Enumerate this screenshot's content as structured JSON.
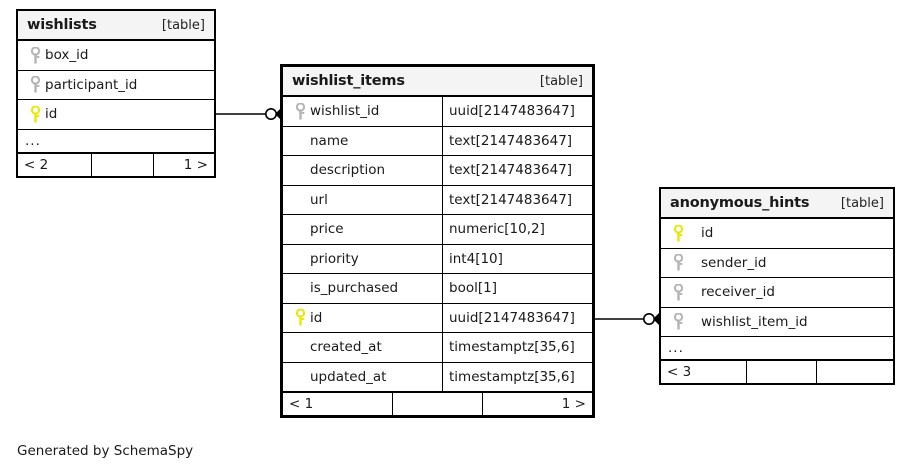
{
  "diagram": {
    "generator_note": "Generated by SchemaSpy",
    "kind_label": "[table]",
    "ellipsis": "...",
    "colors": {
      "primary_key_icon": "#e8e800",
      "foreign_key_icon": "#b3b3b3",
      "table_border": "#000000",
      "header_background": "#f4f4f4",
      "page_background": "#ffffff"
    }
  },
  "tables": [
    {
      "id": "wishlists",
      "name": "wishlists",
      "kind": "[table]",
      "columns": [
        {
          "key": "foreign",
          "name": "box_id",
          "type": ""
        },
        {
          "key": "foreign",
          "name": "participant_id",
          "type": ""
        },
        {
          "key": "primary",
          "name": "id",
          "type": ""
        }
      ],
      "more_indicator": "...",
      "footer": {
        "left": "< 2",
        "middle": "",
        "right": "1 >"
      }
    },
    {
      "id": "wishlist_items",
      "name": "wishlist_items",
      "kind": "[table]",
      "columns": [
        {
          "key": "foreign",
          "name": "wishlist_id",
          "type": "uuid[2147483647]"
        },
        {
          "key": "none",
          "name": "name",
          "type": "text[2147483647]"
        },
        {
          "key": "none",
          "name": "description",
          "type": "text[2147483647]"
        },
        {
          "key": "none",
          "name": "url",
          "type": "text[2147483647]"
        },
        {
          "key": "none",
          "name": "price",
          "type": "numeric[10,2]"
        },
        {
          "key": "none",
          "name": "priority",
          "type": "int4[10]"
        },
        {
          "key": "none",
          "name": "is_purchased",
          "type": "bool[1]"
        },
        {
          "key": "primary",
          "name": "id",
          "type": "uuid[2147483647]"
        },
        {
          "key": "none",
          "name": "created_at",
          "type": "timestamptz[35,6]"
        },
        {
          "key": "none",
          "name": "updated_at",
          "type": "timestamptz[35,6]"
        }
      ],
      "more_indicator": "",
      "footer": {
        "left": "< 1",
        "middle": "",
        "right": "1 >"
      }
    },
    {
      "id": "anonymous_hints",
      "name": "anonymous_hints",
      "kind": "[table]",
      "columns": [
        {
          "key": "primary",
          "name": "id",
          "type": ""
        },
        {
          "key": "foreign",
          "name": "sender_id",
          "type": ""
        },
        {
          "key": "foreign",
          "name": "receiver_id",
          "type": ""
        },
        {
          "key": "foreign",
          "name": "wishlist_item_id",
          "type": ""
        }
      ],
      "more_indicator": "...",
      "footer": {
        "left": "< 3",
        "middle": "",
        "right": ""
      }
    }
  ],
  "relationships": [
    {
      "id": "wishlists-to-wishlist-items",
      "from": "wishlists.id",
      "to": "wishlist_items.wishlist_id",
      "from_cardinality": "one",
      "to_cardinality": "many"
    },
    {
      "id": "wishlist-items-to-anon-hints",
      "from": "wishlist_items.id",
      "to": "anonymous_hints.wishlist_item_id",
      "from_cardinality": "one",
      "to_cardinality": "many"
    }
  ]
}
